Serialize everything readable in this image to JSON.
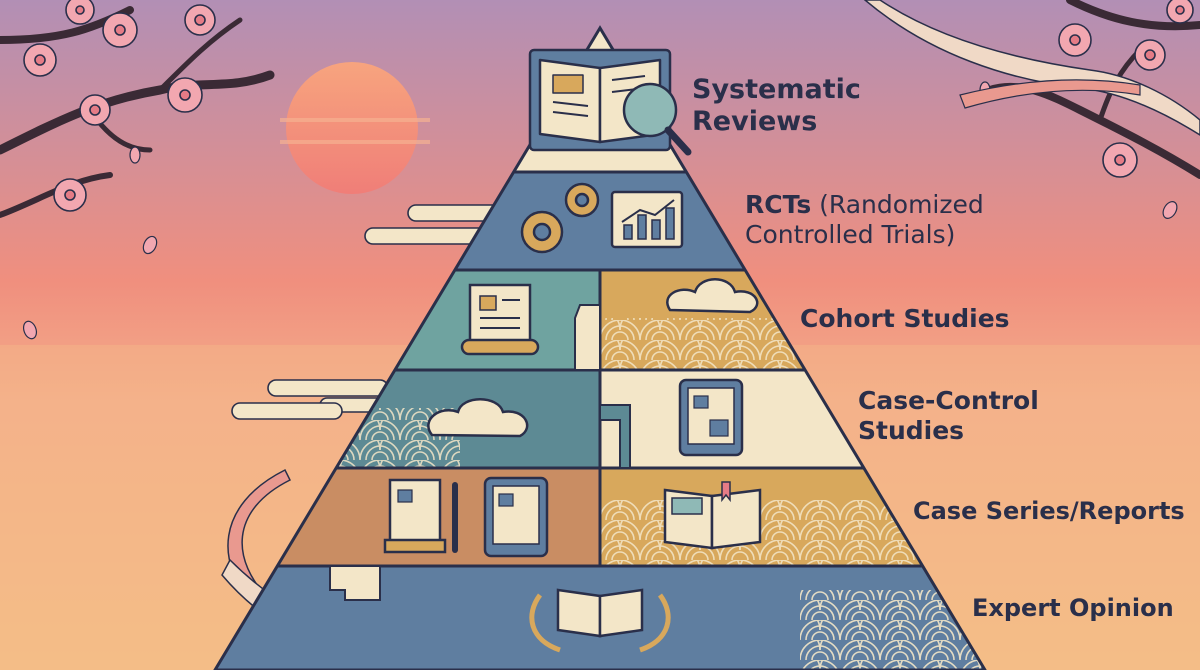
{
  "diagram": {
    "type": "evidence-pyramid",
    "tiers": [
      {
        "id": "systematic-reviews",
        "line1": "Systematic",
        "line2": "Reviews",
        "icon": "book-magnifier-icon"
      },
      {
        "id": "rcts",
        "line1": "RCTs",
        "line1_extra": " (Randomized",
        "line2": "Controlled Trials)",
        "icons": [
          "gears-icon",
          "chart-icon"
        ]
      },
      {
        "id": "cohort-studies",
        "line1": "Cohort Studies",
        "icons": [
          "scroll-document-icon",
          "cloud-icon"
        ]
      },
      {
        "id": "case-control-studies",
        "line1": "Case-Control",
        "line2": "Studies",
        "icons": [
          "cloud-icon",
          "tablet-document-icon"
        ]
      },
      {
        "id": "case-series-reports",
        "line1": "Case Series/Reports",
        "icons": [
          "book-pen-icon",
          "tablet-document-icon",
          "open-book-icon"
        ]
      },
      {
        "id": "expert-opinion",
        "line1": "Expert Opinion",
        "icon": "laurel-book-icon"
      }
    ]
  },
  "colors": {
    "sky_top": "#b28fb5",
    "sky_mid": "#f08f7e",
    "sky_bottom": "#f5c285",
    "sun": "#f4907a",
    "outline": "#2a2f4a",
    "tier_blue": "#5f7ea0",
    "tier_teal": "#6fa3a0",
    "tier_ochre": "#d8a85c",
    "tier_cream": "#f3e6c8",
    "tier_brown": "#c98d63",
    "label": "#2a2f4a",
    "blossom": "#f2a7b0",
    "ribbon": "#f0d9c6"
  }
}
